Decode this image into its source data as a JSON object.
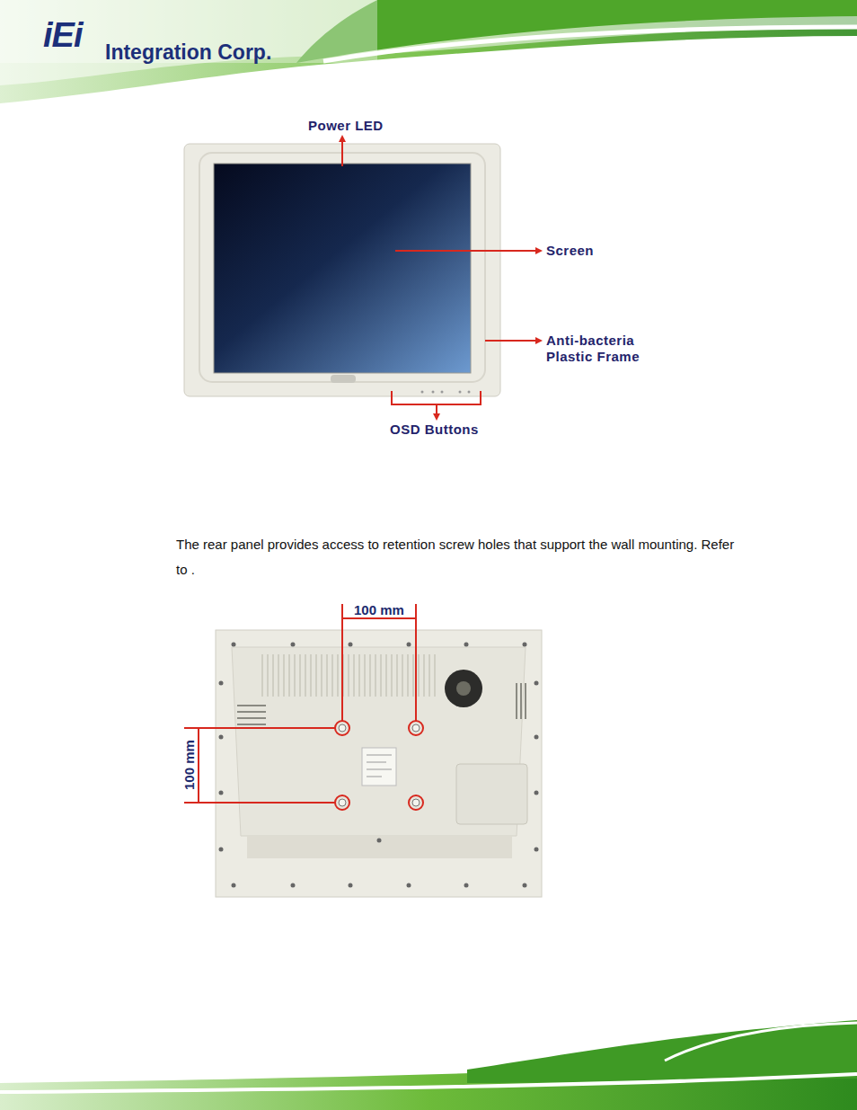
{
  "diagram": {
    "labels": [
      "iEi",
      "Integration Corp.",
      "Power LED",
      "Screen",
      "Anti-bacteria Plastic Frame",
      "OSD Buttons",
      "The rear panel provides access to retention screw holes that support the wall mounting. Refer to .",
      "100 mm",
      "100 mm"
    ]
  }
}
